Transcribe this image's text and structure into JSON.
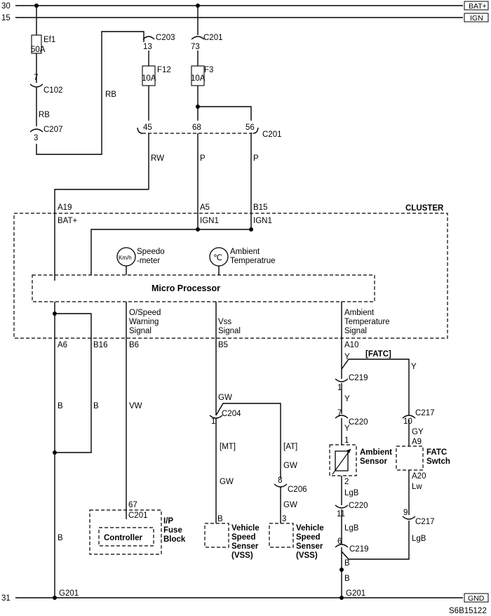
{
  "rails": {
    "r30_num": "30",
    "r30_tag": "BAT+",
    "r15_num": "15",
    "r15_tag": "IGN",
    "r31_num": "31",
    "r31_tag": "GND"
  },
  "fuses": {
    "ef1_name": "Ef1",
    "ef1_rating": "50A",
    "f12_name": "F12",
    "f12_rating": "10A",
    "f3_name": "F3",
    "f3_rating": "10A"
  },
  "connectors": {
    "c102_pin": "7",
    "c102": "C102",
    "c207_pin": "3",
    "c207": "C207",
    "c203_pin": "13",
    "c203": "C203",
    "c201_top_pin": "73",
    "c201_top": "C201",
    "c201_row_pins": [
      "45",
      "68",
      "56"
    ],
    "c201_row": "C201",
    "c219_a_pin": "1",
    "c219_a": "C219",
    "c220_a_pin": "7",
    "c220_a": "C220",
    "c217_a_pin": "10",
    "c217_a": "C217",
    "c204_pin": "1",
    "c204": "C204",
    "c206_pin": "8",
    "c206": "C206",
    "c220_b_pin": "11",
    "c220_b": "C220",
    "c217_b_pin": "9",
    "c217_b": "C217",
    "c219_b_pin": "6",
    "c219_b": "C219",
    "vss2_pin": "3",
    "ipfuse_pin": "67",
    "ipfuse_conn": "C201"
  },
  "wire_colors": {
    "rb_1": "RB",
    "rb_2": "RB",
    "rw": "RW",
    "p_1": "P",
    "p_2": "P",
    "b_a6": "B",
    "b_b16": "B",
    "vw": "VW",
    "gw_1": "GW",
    "gw_mt": "GW",
    "gw_at_1": "GW",
    "gw_at_2": "GW",
    "y_1": "Y",
    "y_2": "Y",
    "y_3": "Y",
    "y_4": "Y",
    "gy": "GY",
    "lgb_1": "LgB",
    "lgb_2": "LgB",
    "lgb_3": "LgB",
    "lw": "Lw",
    "b_gnd_l": "B",
    "b_gnd_r1": "B",
    "b_gnd_r2": "B"
  },
  "cluster": {
    "title": "CLUSTER",
    "a19": "A19",
    "a19_sig": "BAT+",
    "a5": "A5",
    "a5_sig": "IGN1",
    "b15": "B15",
    "b15_sig": "IGN1",
    "speedo_gauge": "Km/h",
    "speedo_label_1": "Speedo",
    "speedo_label_2": "-meter",
    "ambient_gauge": "℃",
    "ambient_label_1": "Ambient",
    "ambient_label_2": "Temperatrue",
    "mp": "Micro Processor",
    "ospeed_1": "O/Speed",
    "ospeed_2": "Warning",
    "ospeed_3": "Signal",
    "vss_1": "Vss",
    "vss_2": "Signal",
    "amb_1": "Ambient",
    "amb_2": "Temperature",
    "amb_3": "Signal",
    "a6": "A6",
    "b16": "B16",
    "b6": "B6",
    "b5": "B5",
    "a10": "A10"
  },
  "components": {
    "fatc_tag": "[FATC]",
    "mt": "[MT]",
    "at": "[AT]",
    "ambient_sensor_1": "Ambient",
    "ambient_sensor_2": "Sensor",
    "sensor_pin1": "1",
    "sensor_pin2": "2",
    "fatc_sw_1": "FATC",
    "fatc_sw_2": "Swtch",
    "a9": "A9",
    "a20": "A20",
    "controller": "Controller",
    "ipfuse_1": "I/P",
    "ipfuse_2": "Fuse",
    "ipfuse_3": "Block",
    "vss_pin_b": "B",
    "vss_name_1": "Vehicle",
    "vss_name_2": "Speed",
    "vss_name_3": "Senser",
    "vss_name_4": "(VSS)"
  },
  "grounds": {
    "g201_l": "G201",
    "g201_r": "G201"
  },
  "footer": {
    "code": "S6B15122"
  }
}
